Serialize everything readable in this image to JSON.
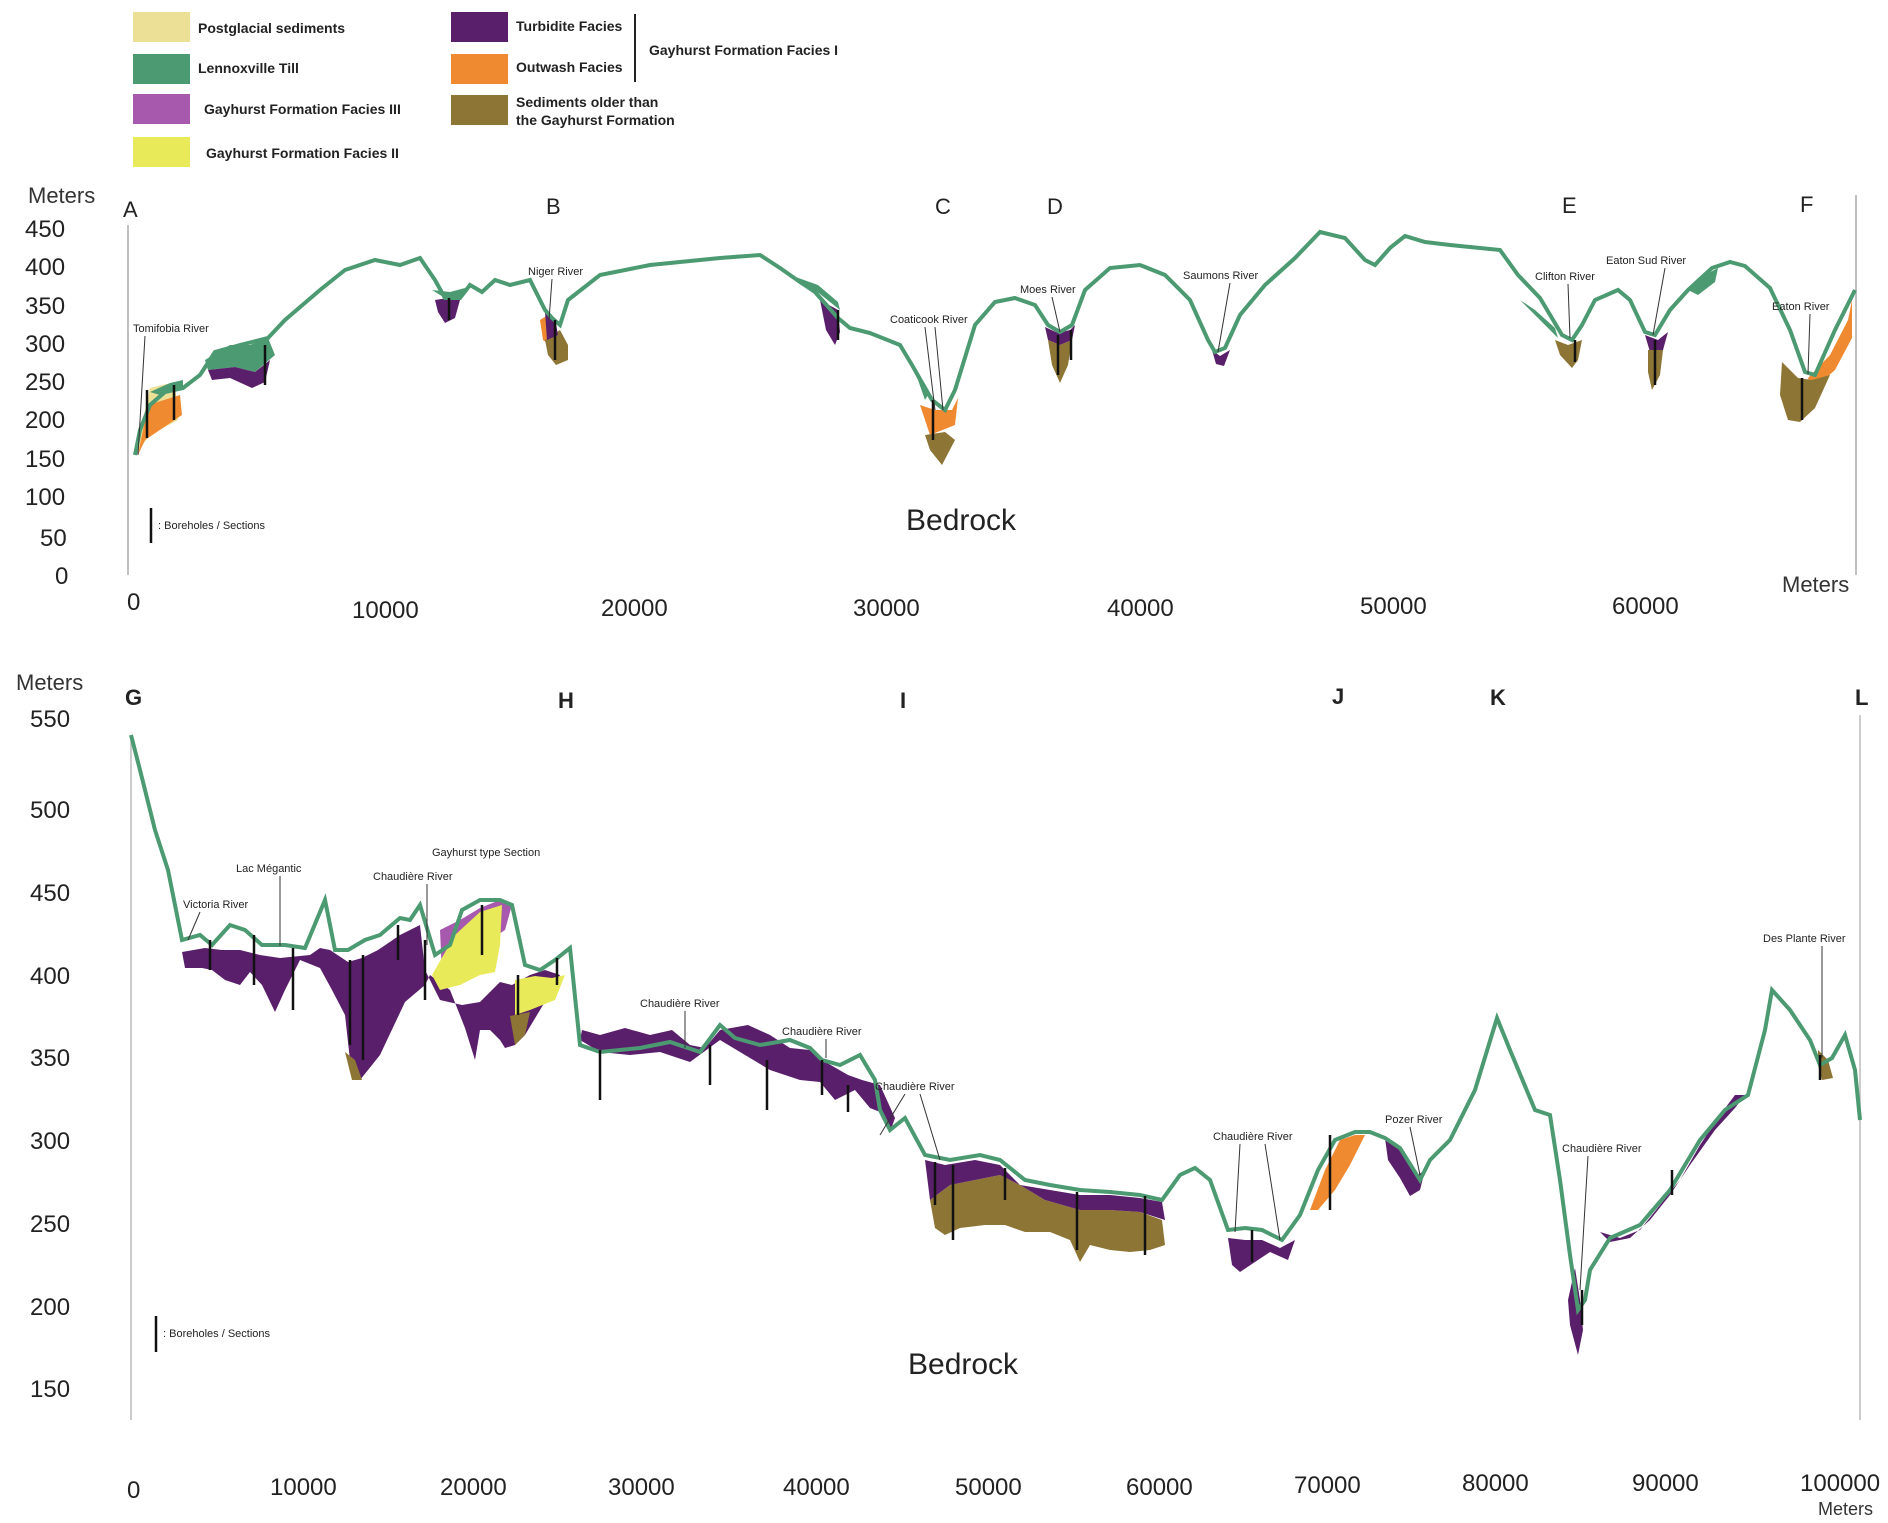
{
  "legend": {
    "left": [
      {
        "label": "Postglacial sediments",
        "color": "#ecdf96"
      },
      {
        "label": "Lennoxville Till",
        "color": "#4b9a72"
      },
      {
        "label": "Gayhurst Formation Facies III",
        "color": "#a75aad"
      },
      {
        "label": "Gayhurst Formation Facies II",
        "color": "#e8ea5a"
      }
    ],
    "right": [
      {
        "label": "Turbidite Facies",
        "color": "#5a1f6a"
      },
      {
        "label": "Outwash Facies",
        "color": "#ef8a30"
      },
      {
        "label": "Sediments older than",
        "label2": "the Gayhurst Formation",
        "color": "#8d7535"
      }
    ],
    "group_label": "Gayhurst Formation Facies I"
  },
  "top_panel": {
    "y_unit": "Meters",
    "x_unit": "Meters",
    "y_ticks": [
      "450",
      "400",
      "350",
      "300",
      "250",
      "200",
      "150",
      "100",
      "50",
      "0"
    ],
    "x_ticks": [
      "0",
      "10000",
      "20000",
      "30000",
      "40000",
      "50000",
      "60000"
    ],
    "section_letters": [
      "A",
      "B",
      "C",
      "D",
      "E",
      "F"
    ],
    "rivers": [
      "Tomifobia River",
      "Niger River",
      "Coaticook River",
      "Moes River",
      "Saumons River",
      "Clifton River",
      "Eaton Sud River",
      "Eaton River"
    ],
    "bedrock": "Bedrock",
    "borehole_note": ": Boreholes / Sections"
  },
  "bottom_panel": {
    "y_unit": "Meters",
    "x_unit": "Meters",
    "y_ticks": [
      "550",
      "500",
      "450",
      "400",
      "350",
      "300",
      "250",
      "200",
      "150"
    ],
    "x_ticks": [
      "0",
      "10000",
      "20000",
      "30000",
      "40000",
      "50000",
      "60000",
      "70000",
      "80000",
      "90000",
      "100000"
    ],
    "section_letters": [
      "G",
      "H",
      "I",
      "J",
      "K",
      "L"
    ],
    "rivers": [
      "Victoria River",
      "Lac Mégantic",
      "Chaudière River",
      "Gayhurst type Section",
      "Chaudière River",
      "Chaudière River",
      "Chaudière River",
      "Chaudière River",
      "Pozer River",
      "Chaudière River",
      "Des Plante River"
    ],
    "bedrock": "Bedrock",
    "borehole_note": ": Boreholes / Sections"
  },
  "colors": {
    "till": "#4b9a72",
    "till_edge": "#6fbfa0",
    "turbidite": "#5a1f6a",
    "facies3": "#a75aad",
    "facies2": "#e8ea5a",
    "outwash": "#ef8a30",
    "older": "#8d7535",
    "postglacial": "#ecdf96",
    "borehole": "#111111"
  }
}
